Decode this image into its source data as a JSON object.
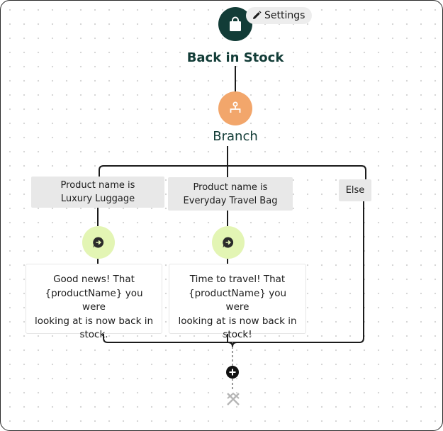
{
  "trigger": {
    "icon": "shopping-bag-icon",
    "title": "Back in Stock",
    "color": "#123c37"
  },
  "settings": {
    "icon": "pencil-icon",
    "label": "Settings"
  },
  "branch": {
    "icon": "branch-icon",
    "title": "Branch",
    "color": "#f2a66b"
  },
  "conditions": [
    {
      "line1": "Product name is",
      "line2": "Luxury Luggage"
    },
    {
      "line1": "Product name is",
      "line2": "Everyday Travel Bag"
    },
    {
      "line1": "Else"
    }
  ],
  "actions": [
    {
      "icon": "message-arrow-icon",
      "color": "#e3f5b4"
    },
    {
      "icon": "message-arrow-icon",
      "color": "#e3f5b4"
    }
  ],
  "messages": [
    {
      "line1": "Good news! That",
      "line2": "{productName} you were",
      "line3": "looking at is now back in",
      "line4": "stock."
    },
    {
      "line1": "Time to travel! That",
      "line2": "{productName} you were",
      "line3": "looking at is now back in",
      "line4": "stock!"
    }
  ],
  "add_step": {
    "icon": "plus-icon"
  },
  "end": {
    "icon": "end-flow-icon"
  }
}
